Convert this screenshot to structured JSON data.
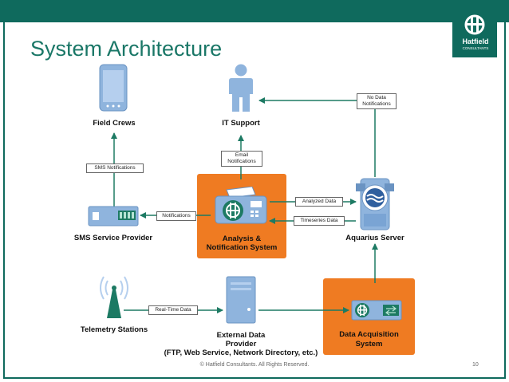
{
  "slide": {
    "title": "System Architecture",
    "footer": "© Hatfield Consultants. All Rights Reserved.",
    "page_number": "10",
    "logo_name": "Hatfield",
    "logo_sub": "CONSULTANTS"
  },
  "nodes": {
    "field_crews": "Field Crews",
    "it_support": "IT Support",
    "sms_provider": "SMS Service Provider",
    "analysis_l1": "Analysis &",
    "analysis_l2": "Notification System",
    "aquarius": "Aquarius Server",
    "telemetry": "Telemetry Stations",
    "external_l1": "External Data",
    "external_l2": "Provider",
    "external_l3": "(FTP, Web Service, Network Directory, etc.)",
    "acquisition_l1": "Data Acquisition",
    "acquisition_l2": "System"
  },
  "edges": {
    "no_data_l1": "No Data",
    "no_data_l2": "Notifications",
    "email_l1": "Email",
    "email_l2": "Notifications",
    "sms_notifications": "SMS Notifications",
    "notifications": "Notifications",
    "analyzed_data": "Analyzed Data",
    "timeseries_data": "Timeseries Data",
    "real_time_data": "Real-Time Data"
  },
  "colors": {
    "accent": "#0f6a5d",
    "orange": "#ef7b22",
    "device_blue": "#8fb4dd",
    "arrow_green": "#1d7a63"
  },
  "icons": [
    "smartphone-icon",
    "person-icon",
    "sms-gateway-icon",
    "fax-server-icon",
    "database-server-icon",
    "radio-tower-icon",
    "server-tower-icon",
    "acquisition-device-icon",
    "hatfield-logo"
  ]
}
